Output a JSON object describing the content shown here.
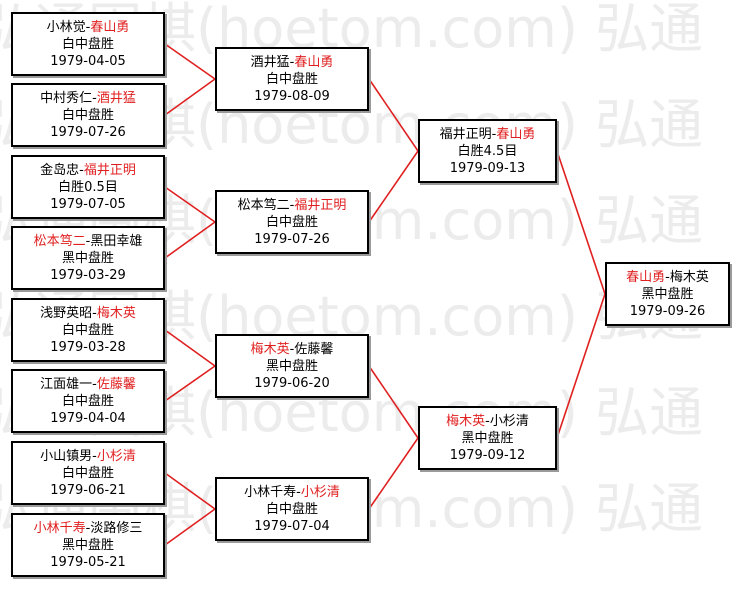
{
  "watermark": {
    "lines": [
      "弘通围棋(hoetom.com) 弘通",
      "弘通围棋(hoetom.com) 弘通",
      "弘通围棋(hoetom.com) 弘通",
      "弘通围棋(hoetom.com) 弘通",
      "弘通围棋(hoetom.com) 弘通",
      "弘通围棋(hoetom.com) 弘通"
    ]
  },
  "colors": {
    "winner": "#e02020",
    "line": "#e02020",
    "border": "#000000"
  },
  "rounds": [
    {
      "matches": [
        {
          "p1": "小林觉",
          "p2": "春山勇",
          "winner": 2,
          "result": "白中盘胜",
          "date": "1979-04-05"
        },
        {
          "p1": "中村秀仁",
          "p2": "酒井猛",
          "winner": 2,
          "result": "白中盘胜",
          "date": "1979-07-26"
        },
        {
          "p1": "金岛忠",
          "p2": "福井正明",
          "winner": 2,
          "result": "白胜0.5目",
          "date": "1979-07-05"
        },
        {
          "p1": "松本笃二",
          "p2": "黑田幸雄",
          "winner": 1,
          "result": "黑中盘胜",
          "date": "1979-03-29"
        },
        {
          "p1": "浅野英昭",
          "p2": "梅木英",
          "winner": 2,
          "result": "白中盘胜",
          "date": "1979-03-28"
        },
        {
          "p1": "江面雄一",
          "p2": "佐藤馨",
          "winner": 2,
          "result": "白中盘胜",
          "date": "1979-04-04"
        },
        {
          "p1": "小山镇男",
          "p2": "小杉清",
          "winner": 2,
          "result": "白中盘胜",
          "date": "1979-06-21"
        },
        {
          "p1": "小林千寿",
          "p2": "淡路修三",
          "winner": 1,
          "result": "黑中盘胜",
          "date": "1979-05-21"
        }
      ]
    },
    {
      "matches": [
        {
          "p1": "酒井猛",
          "p2": "春山勇",
          "winner": 2,
          "result": "白中盘胜",
          "date": "1979-08-09"
        },
        {
          "p1": "松本笃二",
          "p2": "福井正明",
          "winner": 2,
          "result": "白中盘胜",
          "date": "1979-07-26"
        },
        {
          "p1": "梅木英",
          "p2": "佐藤馨",
          "winner": 1,
          "result": "黑中盘胜",
          "date": "1979-06-20"
        },
        {
          "p1": "小林千寿",
          "p2": "小杉清",
          "winner": 2,
          "result": "白中盘胜",
          "date": "1979-07-04"
        }
      ]
    },
    {
      "matches": [
        {
          "p1": "福井正明",
          "p2": "春山勇",
          "winner": 2,
          "result": "白胜4.5目",
          "date": "1979-09-13"
        },
        {
          "p1": "梅木英",
          "p2": "小杉清",
          "winner": 1,
          "result": "黑中盘胜",
          "date": "1979-09-12"
        }
      ]
    },
    {
      "matches": [
        {
          "p1": "春山勇",
          "p2": "梅木英",
          "winner": 1,
          "result": "黑中盘胜",
          "date": "1979-09-26"
        }
      ]
    }
  ]
}
